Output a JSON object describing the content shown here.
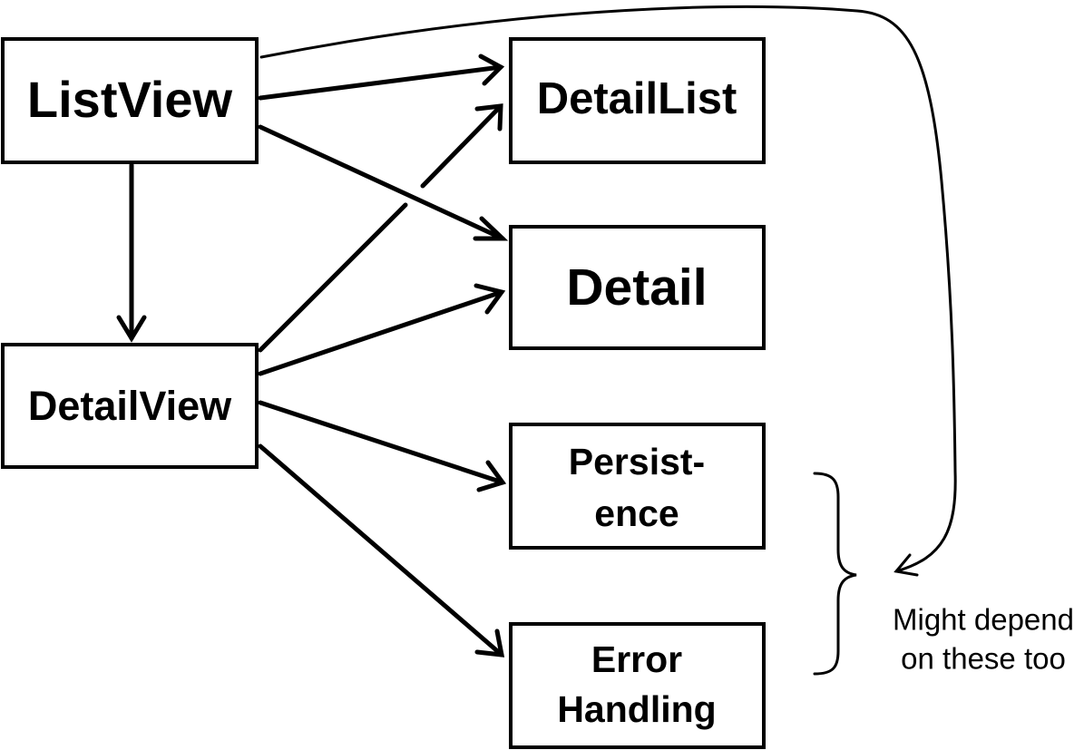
{
  "nodes": {
    "listview": {
      "label": "ListView"
    },
    "detailview": {
      "label": "DetailView"
    },
    "detaillist": {
      "label": "DetailList"
    },
    "detail": {
      "label": "Detail"
    },
    "persistence": {
      "line1": "Persist-",
      "line2": "ence"
    },
    "error_handling": {
      "line1": "Error",
      "line2": "Handling"
    }
  },
  "note": {
    "line1": "Might depend",
    "line2": "on these too"
  },
  "edges": [
    {
      "from": "ListView",
      "to": "DetailList"
    },
    {
      "from": "ListView",
      "to": "Detail"
    },
    {
      "from": "ListView",
      "to": "DetailView"
    },
    {
      "from": "DetailView",
      "to": "DetailList"
    },
    {
      "from": "DetailView",
      "to": "Detail"
    },
    {
      "from": "DetailView",
      "to": "Persist-ence"
    },
    {
      "from": "DetailView",
      "to": "Error Handling"
    },
    {
      "from": "ListView",
      "to": "Might depend on these too"
    }
  ],
  "colors": {
    "stroke": "#000000",
    "background": "#ffffff"
  }
}
